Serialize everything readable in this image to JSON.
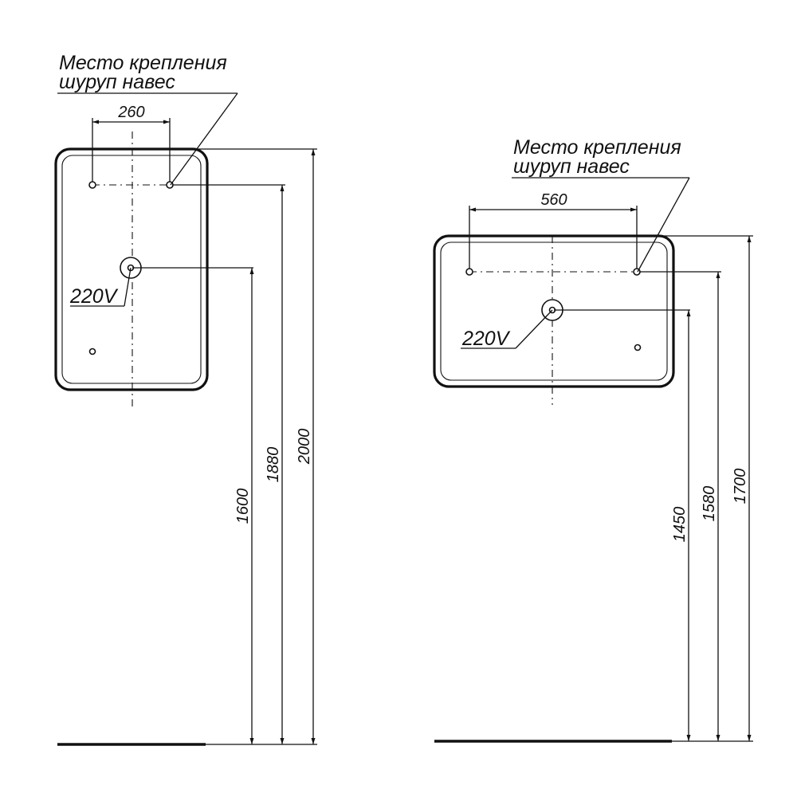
{
  "diagrams": [
    {
      "mount_label_line1": "Место крепления",
      "mount_label_line2": "шуруп навес",
      "hole_spacing": "260",
      "power_label": "220V",
      "dim_socket_height": "1600",
      "dim_mount_height": "1880",
      "dim_top_height": "2000"
    },
    {
      "mount_label_line1": "Место крепления",
      "mount_label_line2": "шуруп навес",
      "hole_spacing": "560",
      "power_label": "220V",
      "dim_socket_height": "1450",
      "dim_mount_height": "1580",
      "dim_top_height": "1700"
    }
  ]
}
